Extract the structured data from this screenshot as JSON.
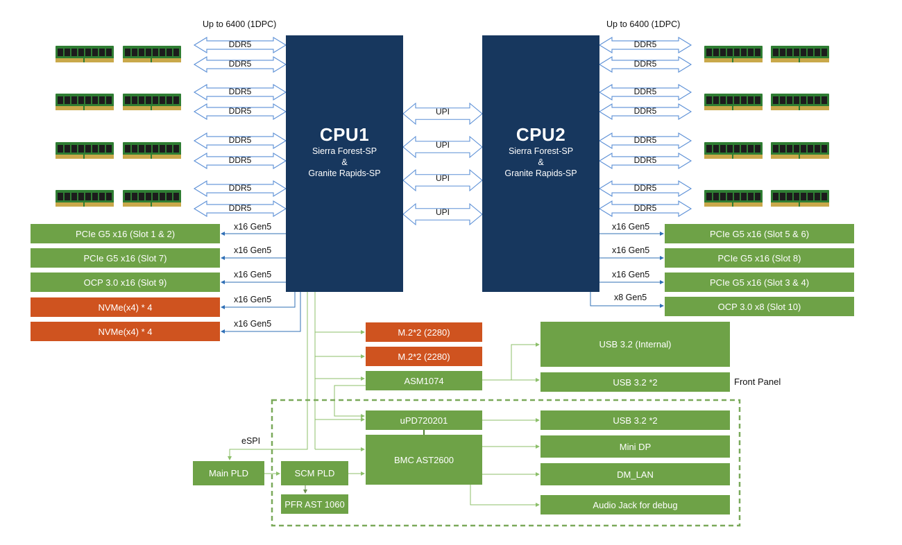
{
  "cpu1": {
    "title": "CPU1",
    "line1": "Sierra Forest-SP",
    "line2": "&",
    "line3": "Granite Rapids-SP"
  },
  "cpu2": {
    "title": "CPU2",
    "line1": "Sierra Forest-SP",
    "line2": "&",
    "line3": "Granite Rapids-SP"
  },
  "memory": {
    "speed_label_left": "Up to 6400 (1DPC)",
    "speed_label_right": "Up to 6400 (1DPC)",
    "channel_label": "DDR5",
    "channels_per_cpu": 8,
    "dimms_per_side": 8
  },
  "interconnect": {
    "label": "UPI",
    "links": 4
  },
  "cpu1_io": [
    {
      "link": "x16 Gen5",
      "device": "PCIe G5 x16 (Slot 1 & 2)",
      "kind": "pcie"
    },
    {
      "link": "x16 Gen5",
      "device": "PCIe G5 x16 (Slot 7)",
      "kind": "pcie"
    },
    {
      "link": "x16 Gen5",
      "device": "OCP 3.0 x16 (Slot 9)",
      "kind": "pcie"
    },
    {
      "link": "x16 Gen5",
      "device": "NVMe(x4) * 4",
      "kind": "nvme"
    },
    {
      "link": "x16 Gen5",
      "device": "NVMe(x4) * 4",
      "kind": "nvme"
    }
  ],
  "cpu2_io": [
    {
      "link": "x16 Gen5",
      "device": "PCIe G5 x16 (Slot 5 & 6)"
    },
    {
      "link": "x16 Gen5",
      "device": "PCIe G5 x16 (Slot 8)"
    },
    {
      "link": "x16 Gen5",
      "device": "PCIe G5 x16 (Slot 3 & 4)"
    },
    {
      "link": "x8 Gen5",
      "device": "OCP 3.0 x8 (Slot 10)"
    }
  ],
  "pch": {
    "m2_a": "M.2*2 (2280)",
    "m2_b": "M.2*2 (2280)",
    "asm": "ASM1074",
    "upd": "uPD720201",
    "bmc": "BMC AST2600",
    "main_pld": "Main PLD",
    "scm_pld": "SCM PLD",
    "pfr": "PFR AST 1060",
    "espi": "eSPI"
  },
  "outputs": {
    "usb_internal": "USB 3.2 (Internal)",
    "usb_front": "USB 3.2 *2",
    "front_panel": "Front Panel",
    "usb_rear": "USB 3.2 *2",
    "mini_dp": "Mini DP",
    "dm_lan": "DM_LAN",
    "audio": "Audio Jack for debug"
  },
  "colors": {
    "cpu": "#17375e",
    "green": "#6ea247",
    "orange": "#cf531f",
    "link_blue": "#2f6fb6",
    "link_green": "#8cbf6a",
    "arrow_outline": "#5b8fd6"
  }
}
